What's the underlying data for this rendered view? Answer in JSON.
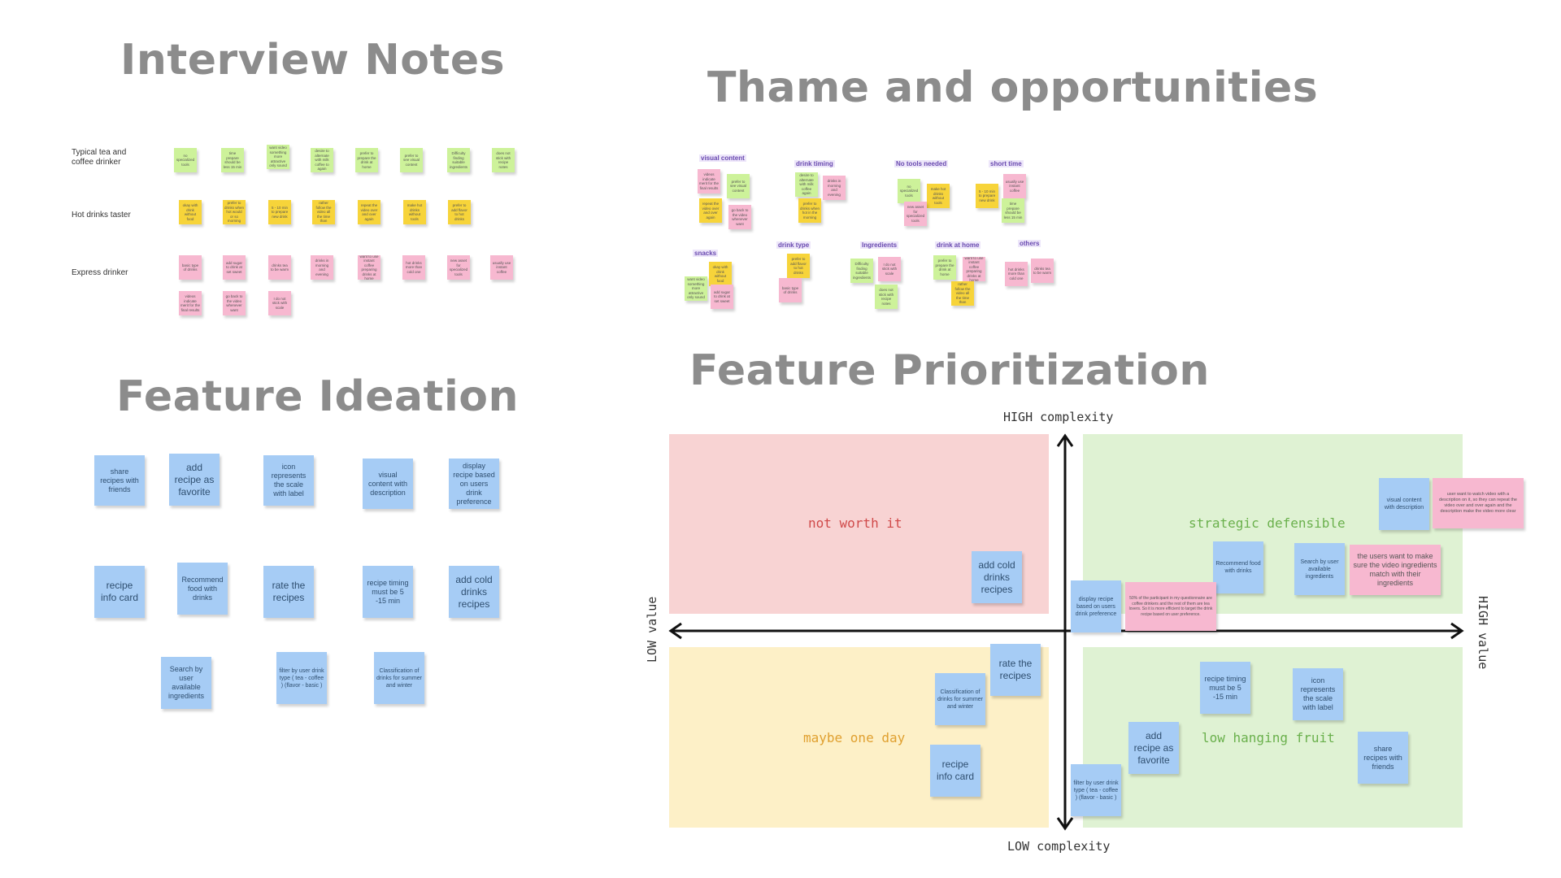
{
  "titles": {
    "interview": "Interview Notes",
    "themes": "Thame and opportunities",
    "ideation": "Feature Ideation",
    "prioritization": "Feature Prioritization"
  },
  "interview": {
    "row_labels": [
      "Typical tea and coffee drinker",
      "Hot drinks taster",
      "Express drinker"
    ],
    "row1": [
      "no specialized tools",
      "time prepare should be less 15 min",
      "want video something more attractive only sound",
      "desire to alternate with milk coffee to again",
      "prefer to prepare the drink at home",
      "prefer to see visual content",
      "Difficulty finding suitable ingredients",
      "does not stick with recipe notes"
    ],
    "row2": [
      "okay with drink without food",
      "prefer to drinks when hot would or so morning",
      "5 - 10 min to prepare new drink",
      "rather follow the video all the time than",
      "repeat the video over and over again",
      "make hot drinks without tools",
      "prefer to add flavor to hot drinks"
    ],
    "row3": [
      "basic type of drinks",
      "add sugar to drink at set sweet",
      "drinks tea to be warm",
      "drinks in morning and evening",
      "want to use instant coffee preparing drinks at home",
      "hot drinks more than cold one",
      "new asset for specialized tools",
      "usually use instant coffee"
    ],
    "row4": [
      "videos indicate merit for the final results",
      "go back to the video whenever want",
      "I do not stick with scale"
    ]
  },
  "themes": {
    "groups": [
      "visual content",
      "drink timing",
      "No tools needed",
      "short time",
      "snacks",
      "drink type",
      "Ingredients",
      "drink at home",
      "others"
    ],
    "notes": {
      "visual": [
        "videos indicate merit for the final results",
        "prefer to see visual content",
        "repeat the video over and over again",
        "go back to the video whenever want"
      ],
      "timing": [
        "desire to alternate with milk coffee again",
        "drinks in morning and evening",
        "prefer to drinks when hot in the morning"
      ],
      "tools": [
        "no specialized tools",
        "make hot drinks without tools",
        "new asset for specialized tools"
      ],
      "short": [
        "5 - 10 min to prepare new drink",
        "usually use instant coffee",
        "time prepare should be less 15 min"
      ],
      "snacks": [
        "want video something more attractive only sound",
        "okay with drink without food",
        "add sugar to drink at set sweet"
      ],
      "type": [
        "prefer to add flavor to hot drinks",
        "basic type of drinks"
      ],
      "ingredients": [
        "Difficulty finding suitable ingredients",
        "I do not stick with scale",
        "does not stick with recipe notes"
      ],
      "home": [
        "prefer to prepare the drink at home",
        "want to use instant coffee preparing drinks at home",
        "rather follow the video all the time than"
      ],
      "others": [
        "hot drinks more than cold one",
        "drinks tea to be warm"
      ]
    }
  },
  "ideation": {
    "notes": [
      "share recipes with friends",
      "add recipe as favorite",
      "icon represents the scale with label",
      "visual content with description",
      "display recipe based on users drink preference",
      "recipe info card",
      "Recommend food with drinks",
      "rate the recipes",
      "recipe timing must be 5 -15 min",
      "add cold drinks recipes",
      "Search by user available ingredients",
      "filter by user drink type ( tea - coffee ) (flavor - basic )",
      "Classification of drinks for summer and winter"
    ]
  },
  "prioritization": {
    "axis": {
      "top": "HIGH complexity",
      "bottom": "LOW complexity",
      "left": "LOW value",
      "right": "HIGH value"
    },
    "quadrants": {
      "tl": "not worth it",
      "tr": "strategic defensible",
      "bl": "maybe one day",
      "br": "low hanging fruit"
    },
    "colors": {
      "tl": "#f8d3d3",
      "tr": "#dff2d3",
      "bl": "#fdf0c7",
      "br": "#dff2d3",
      "tl_text": "#d04a4a",
      "tr_text": "#6ab04c",
      "bl_text": "#e0a030",
      "br_text": "#6ab04c"
    },
    "notes": {
      "add_cold": "add cold drinks recipes",
      "visual": "visual content with description",
      "user_want_video": "user want to watch video with a description on it, so they can repeat the video over and over again and the description make the video more clear",
      "recommend": "Recommend food with drinks",
      "search": "Search by user available ingredients",
      "users_want": "the users want to make sure the video ingredients match with their ingredients",
      "display": "display recipe based on users drink preference",
      "fifty": "50% of the participant in my questionnaire are coffee drinkers and the rest of them are tea lovers. So it is more efficient to target the drink recipe based on user preference.",
      "rate": "rate the recipes",
      "classification": "Classification of drinks for summer and winter",
      "recipe_card": "recipe info card",
      "timing": "recipe timing must be 5 -15 min",
      "icon": "icon represents the scale with label",
      "add_fav": "add recipe as favorite",
      "share": "share recipes with friends",
      "filter": "filter by user drink type ( tea - coffee ) (flavor - basic )"
    }
  }
}
